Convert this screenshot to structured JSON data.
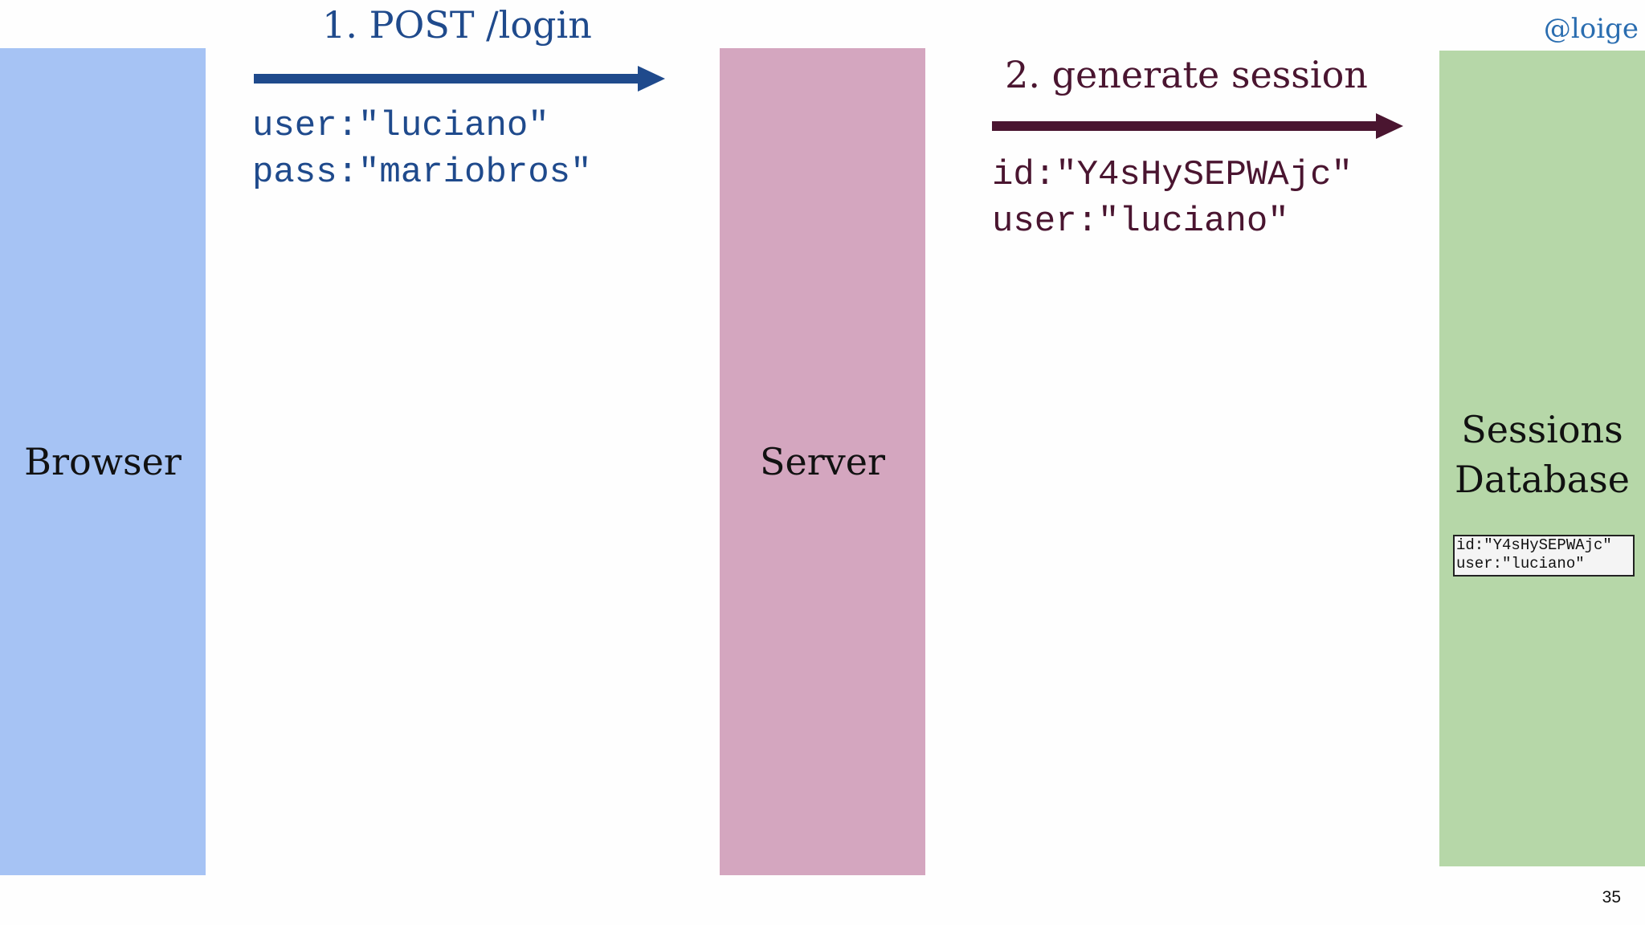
{
  "handle": "@loige",
  "page_number": "35",
  "colors": {
    "browser": "#a6c3f4",
    "server": "#d4a6bf",
    "sessions_db": "#b6d7a8",
    "step1": "#1f4a8c",
    "step2": "#4a1530"
  },
  "columns": {
    "browser": "Browser",
    "server": "Server",
    "sessions_db_line1": "Sessions",
    "sessions_db_line2": "Database"
  },
  "step1": {
    "title": "1. POST /login",
    "lines": [
      "user:\"luciano\"",
      "pass:\"mariobros\""
    ]
  },
  "step2": {
    "title": "2. generate session",
    "lines": [
      "id:\"Y4sHySEPWAjc\"",
      "user:\"luciano\""
    ]
  },
  "db_record": {
    "lines": [
      "id:\"Y4sHySEPWAjc\"",
      "user:\"luciano\""
    ]
  }
}
